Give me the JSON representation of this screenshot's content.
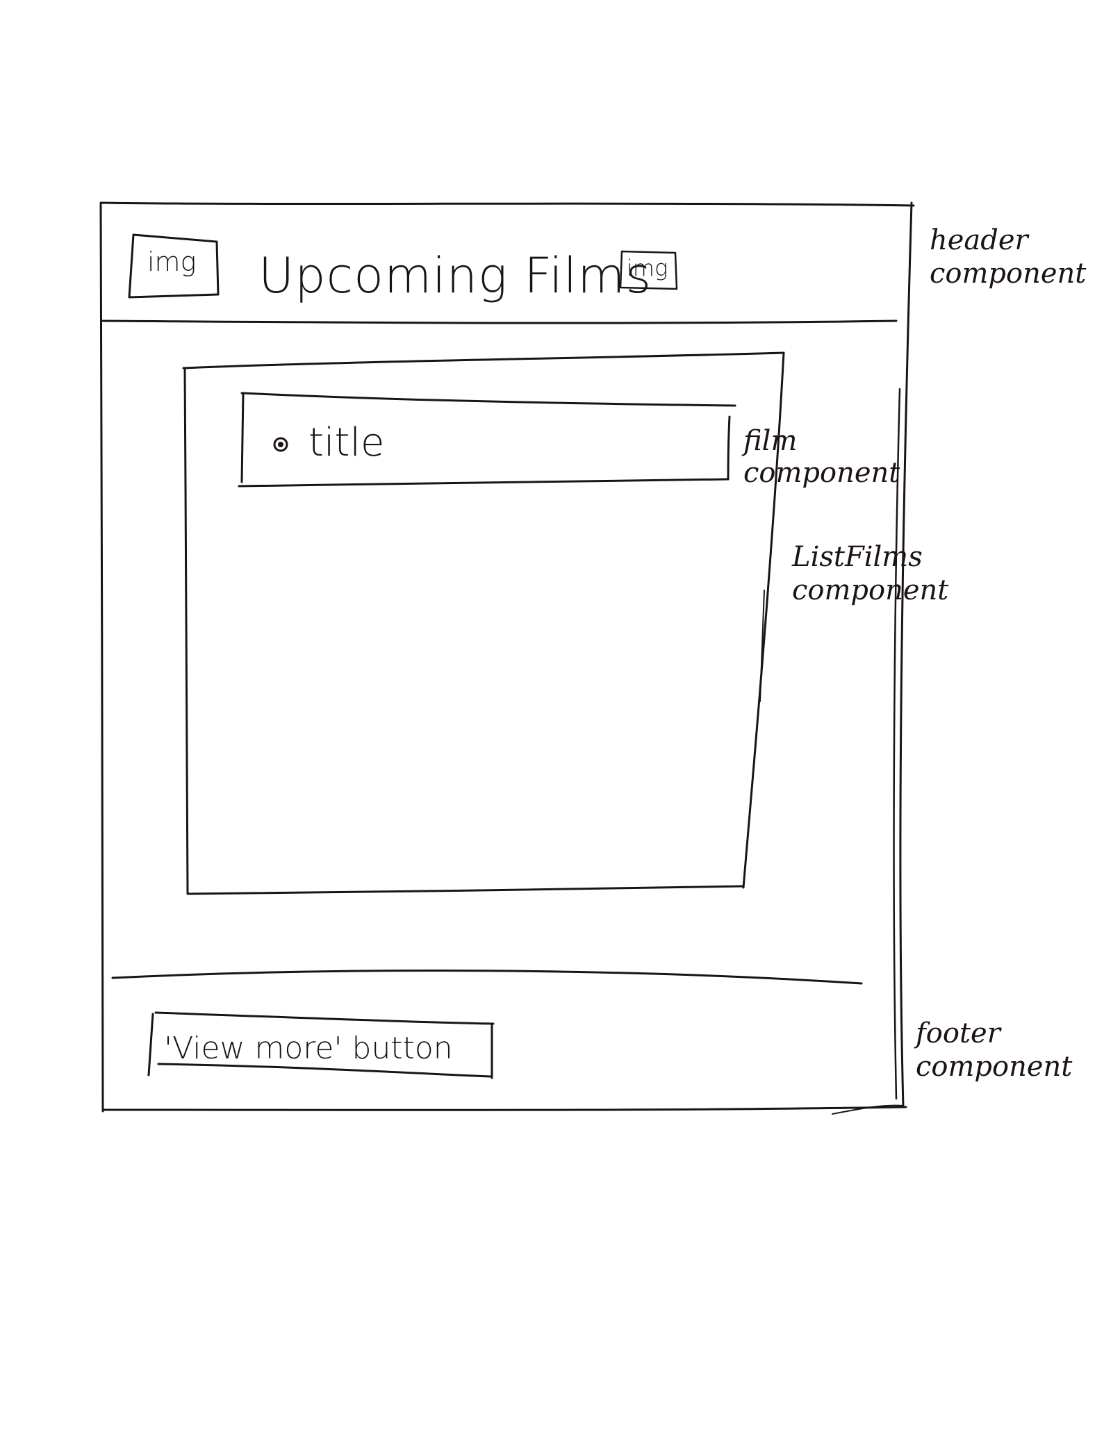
{
  "header": {
    "left_image_label": "img",
    "title": "Upcoming Films",
    "right_image_label": "img"
  },
  "film_item": {
    "bullet": "•",
    "title": "title"
  },
  "footer": {
    "button_label": "'View more' button"
  },
  "annotations": {
    "header_component": [
      "header",
      "component"
    ],
    "film_component": [
      "film",
      "component"
    ],
    "list_films_component": [
      "ListFilms",
      "component"
    ],
    "footer_component": [
      "footer",
      "component"
    ]
  },
  "colors": {
    "ink": "#1c1414",
    "paper": "#ffffff"
  }
}
